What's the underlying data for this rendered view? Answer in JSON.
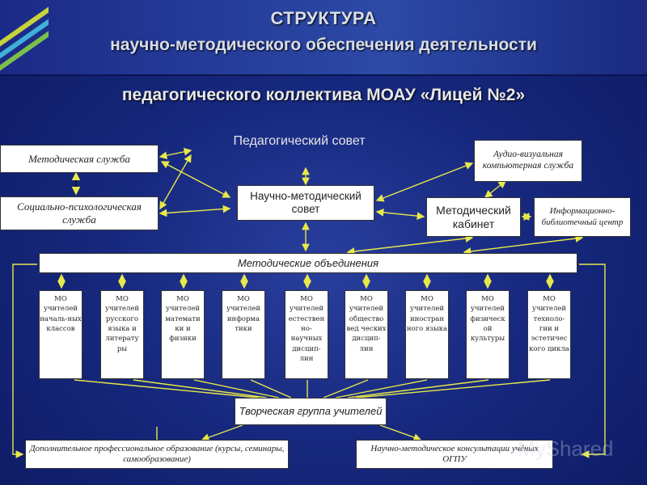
{
  "title": {
    "line1": "СТРУКТУРА",
    "line2": "научно-методического обеспечения деятельности",
    "line3": "педагогического коллектива МОАУ «Лицей №2»"
  },
  "nodes": {
    "pedagogical_council": "Педагогический совет",
    "methodical_service": "Методическая служба",
    "social_psych_service": "Социально-психологическая служба",
    "av_service": "Аудио-визуальная компьютерная служба",
    "scientific_methodical_council": "Научно-методический совет",
    "methodical_cabinet": "Методический кабинет",
    "info_library_center": "Информационно-библиотечный центр",
    "methodical_associations": "Методические объединения",
    "creative_group": "Творческая группа учителей",
    "additional_education": "Дополнительное профессиональное образование (курсы, семинары, самообразование)",
    "consultations": "Научно-методическое консультации учёных ОГПУ"
  },
  "mo_units": [
    "МО учителей началь-ных классов",
    "МО учителей русского языка и литерату ры",
    "МО учителей математи ки и физики",
    "МО учителей информа тики",
    "МО учителей естествен но-научных дисцип-лин",
    "МО учителей общество вед ческих дисцип-лин",
    "МО учителей иностран ного языка",
    "МО учителей физическ ой культуры",
    "МО учителей техноло-гии и эстетичес кого цикла"
  ],
  "watermark": "MyShared",
  "colors": {
    "arrow": "#e8e84a",
    "background": "#17297f",
    "box": "#ffffff"
  }
}
